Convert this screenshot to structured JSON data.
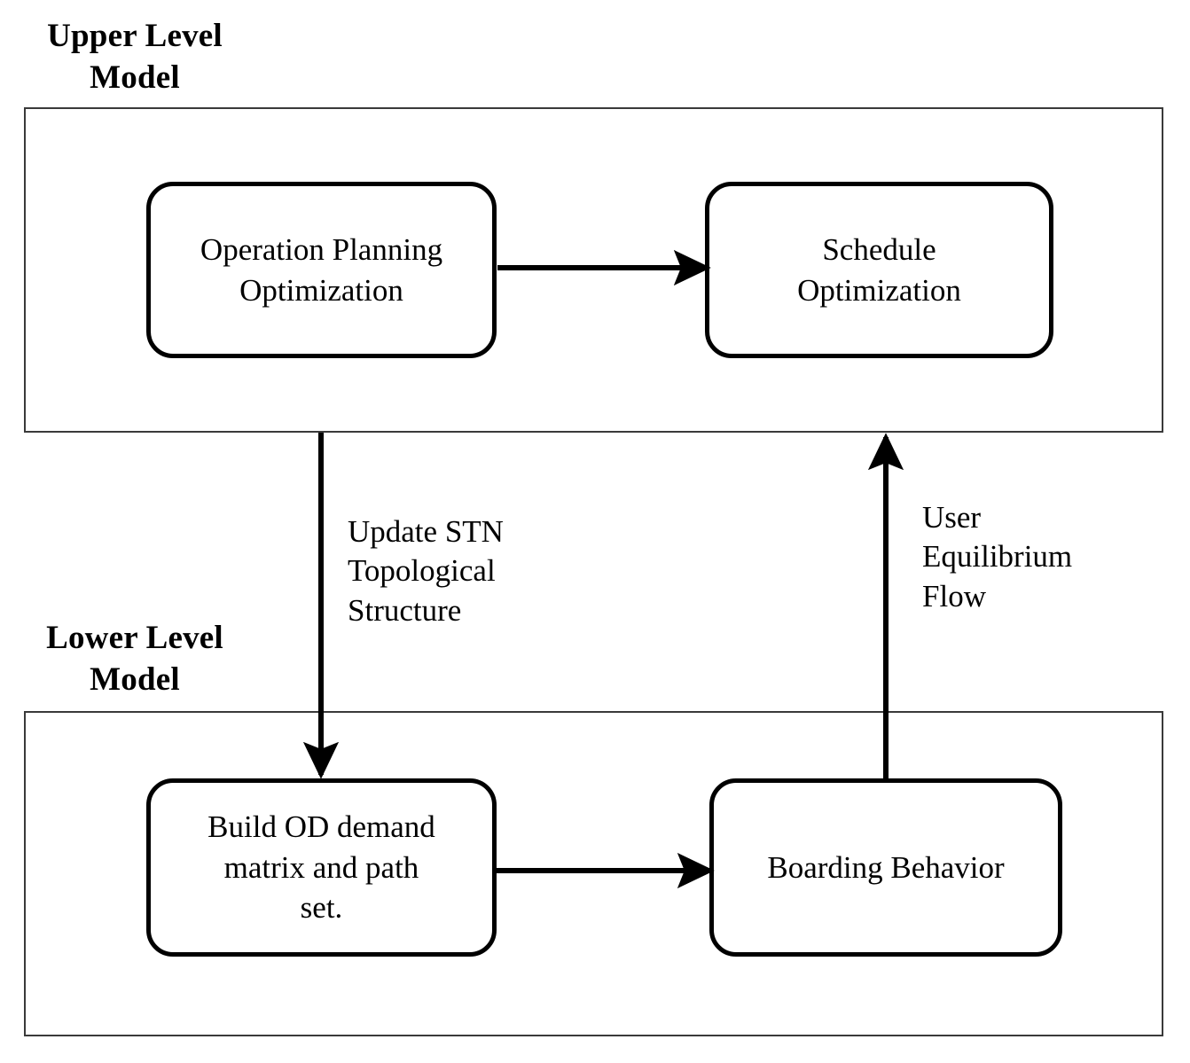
{
  "diagram": {
    "title_present": false,
    "background_color": "#ffffff",
    "line_color": "#000000",
    "container_border_color": "#3a3a3a",
    "levels": [
      {
        "id": "upper",
        "label": "Upper Level\nModel",
        "nodes": [
          {
            "id": "operation-planning",
            "label": "Operation Planning\nOptimization"
          },
          {
            "id": "schedule-optimization",
            "label": "Schedule\nOptimization"
          }
        ]
      },
      {
        "id": "lower",
        "label": "Lower Level\nModel",
        "nodes": [
          {
            "id": "build-od",
            "label": "Build OD demand\nmatrix and path\nset."
          },
          {
            "id": "boarding-behavior",
            "label": "Boarding Behavior"
          }
        ]
      }
    ],
    "edges": [
      {
        "id": "operation-to-schedule",
        "from": "operation-planning",
        "to": "schedule-optimization",
        "label": "",
        "direction": "right"
      },
      {
        "id": "upper-to-lower",
        "from": "upper-level-container",
        "to": "build-od",
        "label": "Update STN\nTopological\nStructure",
        "direction": "down"
      },
      {
        "id": "build-to-boarding",
        "from": "build-od",
        "to": "boarding-behavior",
        "label": "",
        "direction": "right"
      },
      {
        "id": "lower-to-upper",
        "from": "boarding-behavior",
        "to": "upper-level-container",
        "label": "User\nEquilibrium\nFlow",
        "direction": "up"
      }
    ]
  }
}
